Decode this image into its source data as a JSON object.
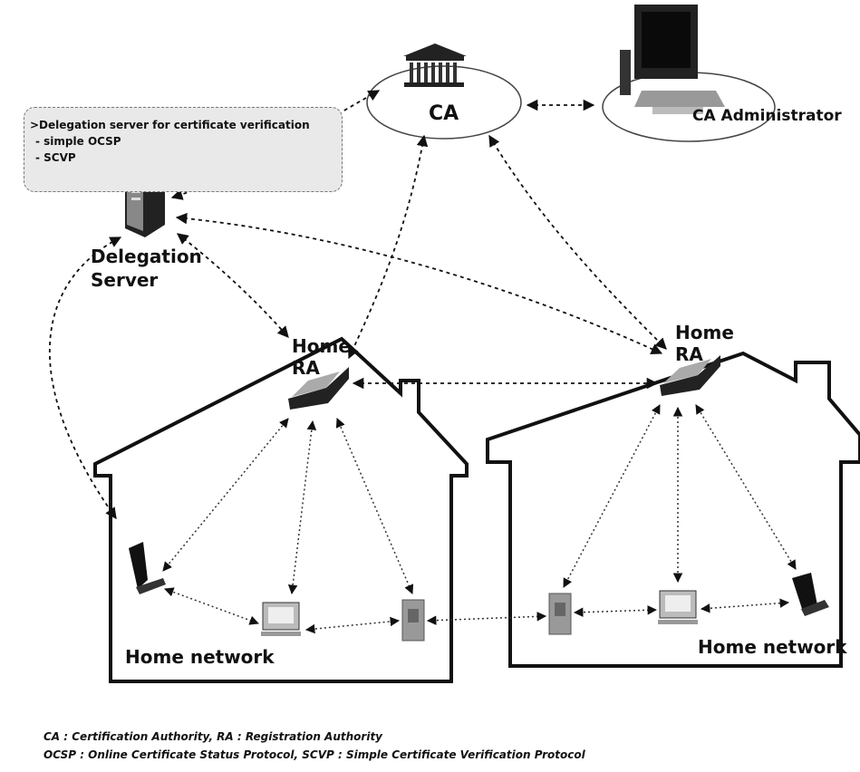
{
  "nodes": {
    "ca": "CA",
    "ca_admin": "CA Administrator",
    "delegation_server": [
      "Delegation",
      "Server"
    ],
    "home_ra_left": [
      "Home",
      "RA"
    ],
    "home_ra_right": [
      "Home",
      "RA"
    ],
    "home_network_left": "Home network",
    "home_network_right": "Home network"
  },
  "delegation_note": {
    "title": ">Delegation server for certificate verification",
    "items": [
      "- simple OCSP",
      "- SCVP"
    ]
  },
  "legend": [
    "CA : Certification Authority,   RA : Registration Authority",
    "OCSP : Online Certificate Status Protocol,   SCVP : Simple Certificate Verification Protocol"
  ]
}
